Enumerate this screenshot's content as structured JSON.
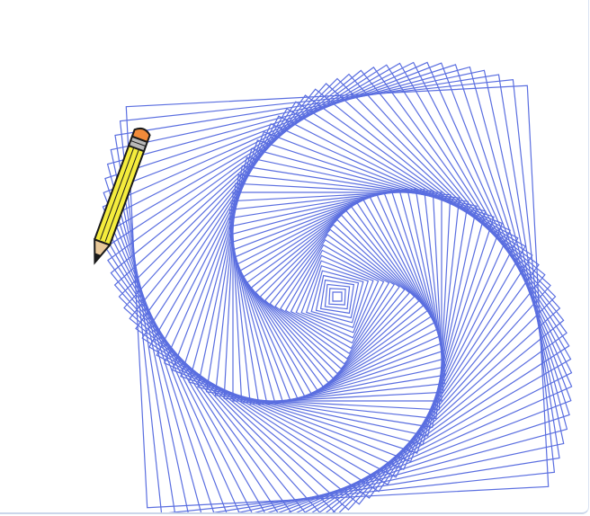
{
  "stage": {
    "background": "#ffffff",
    "border_color": "#cbd6ea"
  },
  "pattern": {
    "shape": "square-spiral",
    "line_color": "#5a6ee0",
    "line_count": 60,
    "rotation_step_deg": 3,
    "side_growth_step": 8
  },
  "sprite": {
    "name": "pencil-icon",
    "body_color": "#f4ec3c",
    "eraser_color": "#f08a3a",
    "ferrule_color": "#b8b8b8",
    "tip_color": "#e9c99a",
    "lead_color": "#1a1a1a"
  }
}
